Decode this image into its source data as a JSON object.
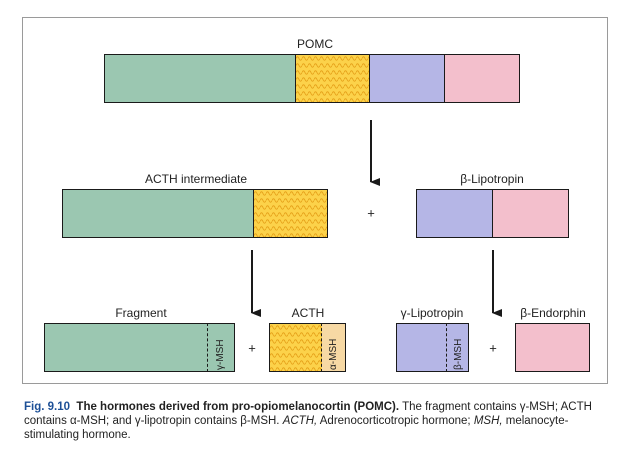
{
  "labels": {
    "pomc": "POMC",
    "acth_intermediate": "ACTH intermediate",
    "beta_lipotropin": "β-Lipotropin",
    "fragment": "Fragment",
    "acth": "ACTH",
    "gamma_lipotropin": "γ-Lipotropin",
    "beta_endorphin": "β-Endorphin",
    "gamma_msh": "γ-MSH",
    "alpha_msh": "α-MSH",
    "beta_msh": "β-MSH",
    "plus": "+"
  },
  "colors": {
    "green": "#9bc7b1",
    "yellow": "#fcd24a",
    "blue": "#b5b6e6",
    "pink": "#f3bfcc",
    "peach": "#f7d9a4",
    "figure_number": "#1c4f96"
  },
  "caption": {
    "figure_number": "Fig. 9.10",
    "title": "The hormones derived from pro-opiomelanocortin (POMC).",
    "text1": "The fragment contains γ-MSH; ACTH contains α-MSH; and γ-lipotropin contains β-MSH.",
    "abbr1": "ACTH,",
    "text2": "Adrenocorticotropic hormone;",
    "abbr2": "MSH,",
    "text3": "melanocyte-stimulating hormone."
  }
}
